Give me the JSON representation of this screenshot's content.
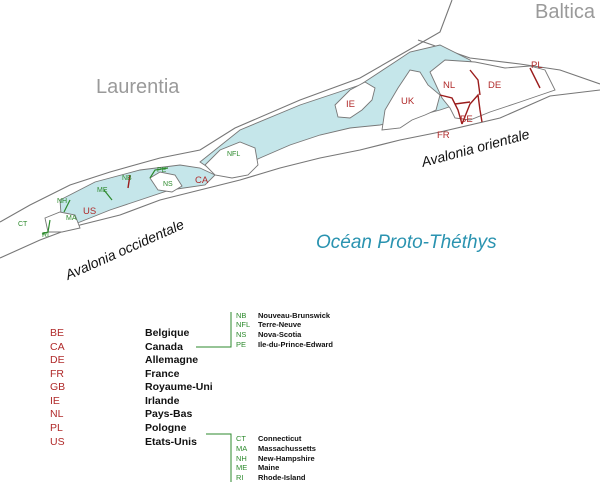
{
  "map": {
    "labels": {
      "laurentia": "Laurentia",
      "baltica": "Baltica",
      "avalonia_west": "Avalonia occidentale",
      "avalonia_east": "Avalonia orientale",
      "ocean": "Océan Proto-Théthys"
    },
    "region_codes": {
      "ie": "IE",
      "uk": "UK",
      "nl": "NL",
      "de": "DE",
      "pl": "PL",
      "be": "BE",
      "fr": "FR",
      "us": "US",
      "ca": "CA"
    },
    "subregion_codes": {
      "nfl": "NFL",
      "pe": "PE",
      "ns": "NS",
      "nb": "NB",
      "me": "ME",
      "nh": "NH",
      "ma": "MA",
      "ct": "CT",
      "ri": "RI"
    },
    "colors": {
      "ocean_fill": "#c5e6ea",
      "outline": "#777777",
      "border_red": "#9b1c1c",
      "border_green": "#2d8a2d",
      "ocean_text": "#2a93b0",
      "continent_text": "#9a9a9a"
    }
  },
  "legend": {
    "countries": [
      {
        "code": "BE",
        "name": "Belgique"
      },
      {
        "code": "CA",
        "name": "Canada"
      },
      {
        "code": "DE",
        "name": "Allemagne"
      },
      {
        "code": "FR",
        "name": "France"
      },
      {
        "code": "GB",
        "name": "Royaume-Uni"
      },
      {
        "code": "IE",
        "name": "Irlande"
      },
      {
        "code": "NL",
        "name": "Pays-Bas"
      },
      {
        "code": "PL",
        "name": "Pologne"
      },
      {
        "code": "US",
        "name": "Etats-Unis"
      }
    ],
    "canada_provinces": [
      {
        "code": "NB",
        "name": "Nouveau-Brunswick"
      },
      {
        "code": "NFL",
        "name": "Terre-Neuve"
      },
      {
        "code": "NS",
        "name": "Nova-Scotia"
      },
      {
        "code": "PE",
        "name": "Ile-du-Prince-Edward"
      }
    ],
    "us_states": [
      {
        "code": "CT",
        "name": "Connecticut"
      },
      {
        "code": "MA",
        "name": "Massachussetts"
      },
      {
        "code": "NH",
        "name": "New-Hampshire"
      },
      {
        "code": "ME",
        "name": "Maine"
      },
      {
        "code": "RI",
        "name": "Rhode-Island"
      }
    ]
  }
}
